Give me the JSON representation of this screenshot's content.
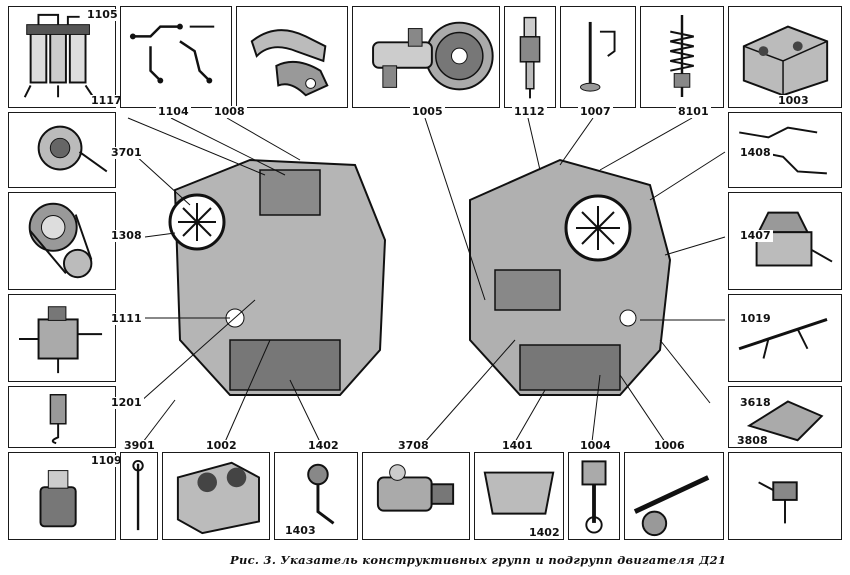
{
  "figure": {
    "caption": "Рис. 3. Указатель конструктивных групп и подгрупп двигателя Д21"
  },
  "codes": {
    "c1105": "1105",
    "c1117": "1117",
    "c1104": "1104",
    "c1008": "1008",
    "c1005": "1005",
    "c1112": "1112",
    "c1007": "1007",
    "c8101": "8101",
    "c1003": "1003",
    "c3701": "3701",
    "c1408": "1408",
    "c1308": "1308",
    "c1407": "1407",
    "c1111": "1111",
    "c1019": "1019",
    "c1201": "1201",
    "c3618": "3618",
    "c3901": "3901",
    "c1002": "1002",
    "c1402a": "1402",
    "c3708": "3708",
    "c1401": "1401",
    "c1004": "1004",
    "c1006": "1006",
    "c3808": "3808",
    "c1109": "1109",
    "c1403": "1403",
    "c1402b": "1402"
  },
  "icons": {
    "fuel_filter": "fuel-filter-icon",
    "fuel_lines": "fuel-lines-icon",
    "manifold": "exhaust-manifold-icon",
    "crankshaft": "crankshaft-flywheel-icon",
    "injector": "injector-icon",
    "valve": "valve-icon",
    "spring": "valve-spring-icon",
    "cylinder_head": "cylinder-head-icon"
  }
}
